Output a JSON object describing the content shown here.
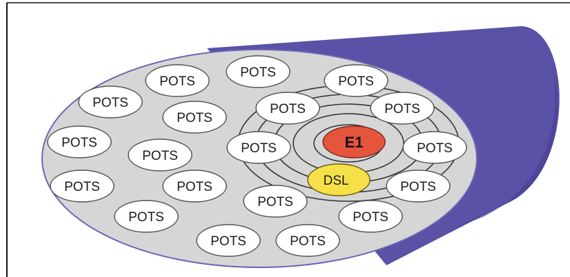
{
  "colors": {
    "background": "#ffffff",
    "frame_line": "#111111",
    "cable_face": "#d6d6d6",
    "cable_body": "#5a52a6",
    "cable_body_dark": "#443c8e",
    "pair_fill": "#ffffff",
    "pair_outline": "#555555",
    "e1_fill": "#e5553e",
    "dsl_fill": "#f5e04a",
    "interference_rings": "#333333"
  },
  "cable": {
    "pairs": [
      {
        "label": "POTS"
      },
      {
        "label": "POTS"
      },
      {
        "label": "POTS"
      },
      {
        "label": "POTS"
      },
      {
        "label": "POTS"
      },
      {
        "label": "POTS"
      },
      {
        "label": "POTS"
      },
      {
        "label": "POTS"
      },
      {
        "label": "POTS"
      },
      {
        "label": "POTS"
      },
      {
        "label": "POTS"
      },
      {
        "label": "POTS"
      },
      {
        "label": "POTS"
      },
      {
        "label": "POTS"
      },
      {
        "label": "POTS"
      },
      {
        "label": "POTS"
      },
      {
        "label": "POTS"
      },
      {
        "label": "POTS"
      }
    ],
    "e1_label": "E1",
    "dsl_label": "DSL"
  }
}
